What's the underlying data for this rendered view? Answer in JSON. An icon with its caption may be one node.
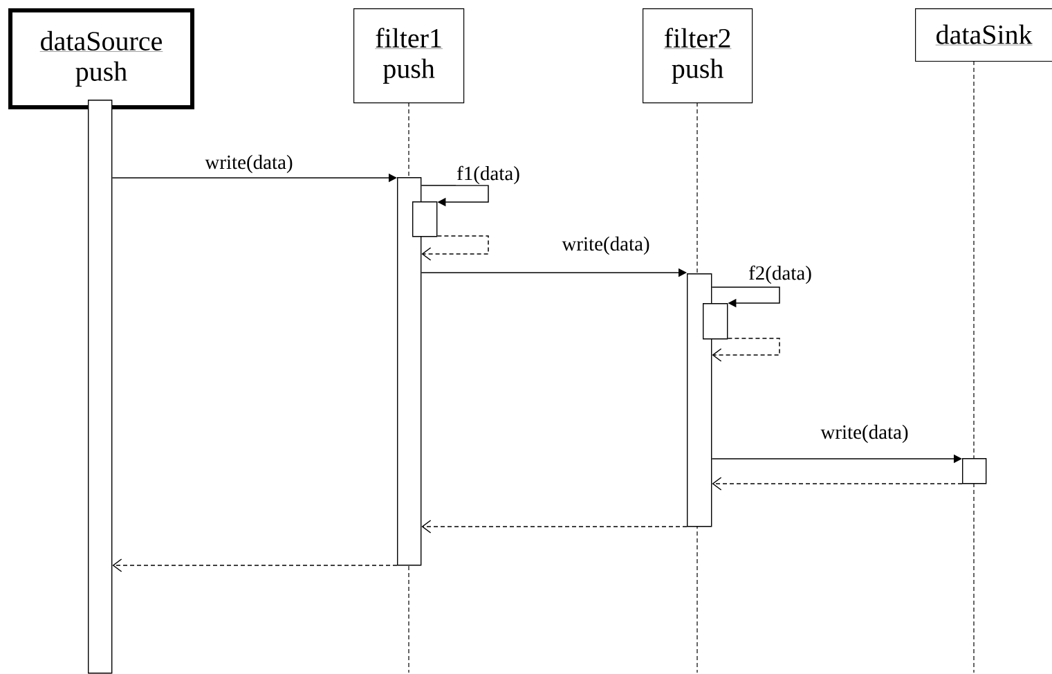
{
  "diagram": {
    "nodes": [
      {
        "text": [
          "dataSource",
          "push"
        ]
      },
      {
        "text": [
          "filter1",
          "push"
        ]
      },
      {
        "text": [
          "filter2",
          "push"
        ]
      },
      {
        "text": [
          "dataSink"
        ]
      },
      {
        "text": [],
        "shape": "bar"
      },
      {
        "text": [],
        "shape": "bar"
      },
      {
        "text": [],
        "shape": "bar"
      },
      {
        "text": [],
        "shape": "bar"
      },
      {
        "text": [],
        "shape": "bar"
      },
      {
        "text": [],
        "shape": "bar"
      }
    ],
    "edges": [
      {
        "from": 4,
        "to": 5,
        "arrow": "to",
        "label": "write(data)"
      },
      {
        "from": 5,
        "to": 6,
        "arrow": "to",
        "label": "f1(data)"
      },
      {
        "from": 6,
        "to": 5,
        "arrow": "to",
        "style": "dashed"
      },
      {
        "from": 5,
        "to": 7,
        "arrow": "to",
        "label": "write(data)"
      },
      {
        "from": 7,
        "to": 8,
        "arrow": "to",
        "label": "f2(data)"
      },
      {
        "from": 8,
        "to": 7,
        "arrow": "to",
        "style": "dashed"
      },
      {
        "from": 7,
        "to": 9,
        "arrow": "to",
        "label": "write(data)"
      },
      {
        "from": 9,
        "to": 7,
        "arrow": "to",
        "style": "dashed"
      },
      {
        "from": 7,
        "to": 5,
        "arrow": "to",
        "style": "dashed"
      },
      {
        "from": 5,
        "to": 4,
        "arrow": "to",
        "style": "dashed"
      }
    ]
  }
}
